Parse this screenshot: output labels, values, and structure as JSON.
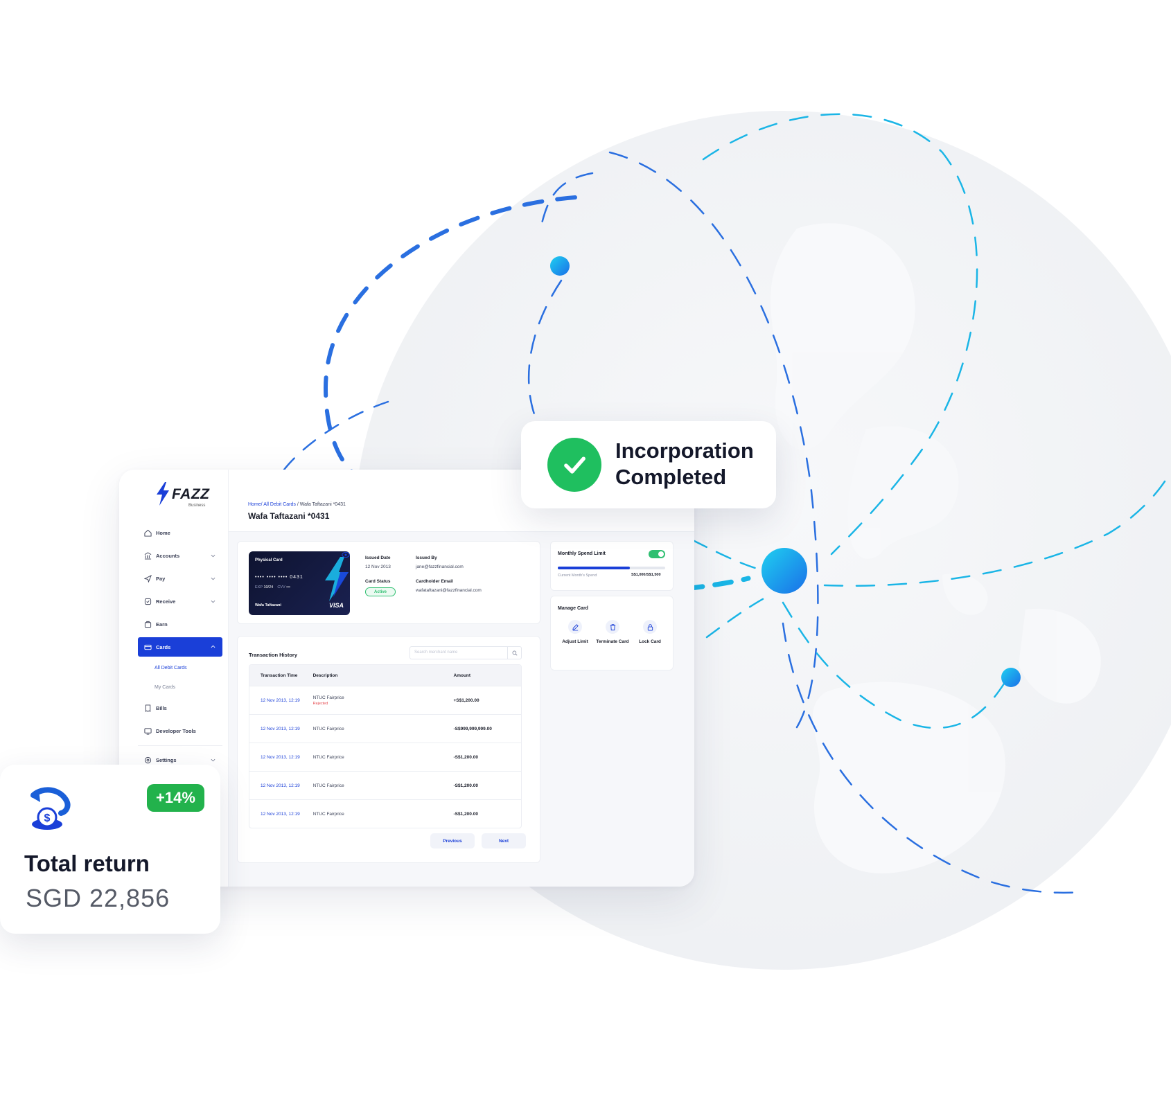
{
  "brand": {
    "name": "FAZZ",
    "subtitle": "Business",
    "primary_color": "#1a3fd8",
    "success_color": "#2fbf71",
    "accent_cyan": "#1ab5e6"
  },
  "sidebar": {
    "items": [
      {
        "label": "Home",
        "icon": "home-icon"
      },
      {
        "label": "Accounts",
        "icon": "bank-icon"
      },
      {
        "label": "Pay",
        "icon": "send-icon"
      },
      {
        "label": "Receive",
        "icon": "receive-icon"
      },
      {
        "label": "Earn",
        "icon": "earn-icon"
      },
      {
        "label": "Cards",
        "icon": "card-icon",
        "active": true
      },
      {
        "label": "Bills",
        "icon": "bills-icon"
      },
      {
        "label": "Developer Tools",
        "icon": "developer-icon"
      },
      {
        "label": "Settings",
        "icon": "settings-icon"
      }
    ],
    "cards_sub": [
      "All Debit Cards",
      "My Cards"
    ]
  },
  "header": {
    "breadcrumb_home": "Home/",
    "breadcrumb_section": "All Debit Cards",
    "breadcrumb_current": " / Wafa Taftazani *0431",
    "title": "Wafa Taftazani *0431"
  },
  "card": {
    "type": "Physical Card",
    "number": "•••• •••• •••• 0431",
    "exp_label": "EXP",
    "exp": "10/24",
    "cvv_label": "CVV",
    "cvv": "•••",
    "holder": "Wafa Taftazani",
    "network": "VISA",
    "issued_date_label": "Issued Date",
    "issued_date": "12 Nov 2013",
    "issued_by_label": "Issued By",
    "issued_by": "jane@fazzfinancial.com",
    "status_label": "Card Status",
    "status": "Active",
    "email_label": "Cardholder Email",
    "email": "wafataftazani@fazzfinancial.com"
  },
  "transactions": {
    "title": "Transaction History",
    "search_placeholder": "Search merchant name",
    "columns": [
      "Transaction Time",
      "Description",
      "Amount"
    ],
    "rows": [
      {
        "time": "12 Nov 2013, 12:19",
        "description": "NTUC Fairprice",
        "note": "Rejected",
        "amount": "+S$1,200.00"
      },
      {
        "time": "12 Nov 2013, 12:19",
        "description": "NTUC Fairprice",
        "note": "",
        "amount": "-S$999,999,999.00"
      },
      {
        "time": "12 Nov 2013, 12:19",
        "description": "NTUC Fairprice",
        "note": "",
        "amount": "-S$1,200.00"
      },
      {
        "time": "12 Nov 2013, 12:19",
        "description": "NTUC Fairprice",
        "note": "",
        "amount": "-S$1,200.00"
      },
      {
        "time": "12 Nov 2013, 12:19",
        "description": "NTUC Fairprice",
        "note": "",
        "amount": "-S$1,200.00"
      }
    ],
    "prev_label": "Previous",
    "next_label": "Next"
  },
  "spend": {
    "title": "Monthly Spend Limit",
    "enabled": true,
    "current_label": "Current Month's Spend",
    "amount": "S$1,000/S$1,500",
    "progress": 0.67
  },
  "manage": {
    "title": "Manage Card",
    "actions": [
      {
        "label": "Adjust Limit",
        "icon": "edit-icon"
      },
      {
        "label": "Terminate Card",
        "icon": "trash-icon"
      },
      {
        "label": "Lock Card",
        "icon": "lock-icon"
      }
    ]
  },
  "incorporation": {
    "line1": "Incorporation",
    "line2": "Completed"
  },
  "total_return": {
    "title": "Total return",
    "value": "SGD 22,856",
    "change": "+14%"
  }
}
